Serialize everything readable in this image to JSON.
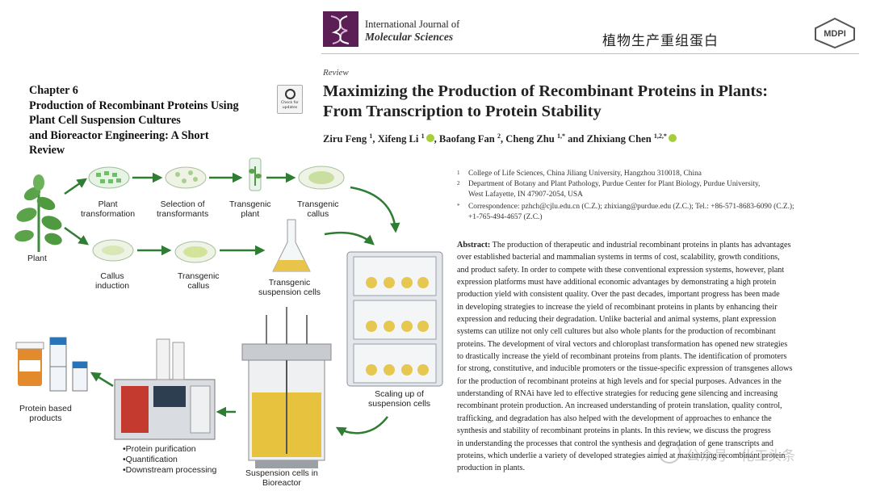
{
  "header": {
    "journal_line1": "International Journal of",
    "journal_line2": "Molecular Sciences",
    "chinese_title": "植物生产重组蛋白",
    "publisher": "MDPI"
  },
  "chapter": {
    "lines": [
      "Chapter 6",
      "Production of Recombinant Proteins Using",
      "Plant Cell Suspension Cultures",
      "and Bioreactor Engineering: A Short",
      "Review"
    ],
    "badge": "Check for updates"
  },
  "diagram": {
    "labels": {
      "plant": "Plant",
      "plant_transformation": [
        "Plant",
        "transformation"
      ],
      "selection": [
        "Selection of",
        "transformants"
      ],
      "transgenic_plant": [
        "Transgenic",
        "plant"
      ],
      "transgenic_callus_top": [
        "Transgenic",
        "callus"
      ],
      "callus_induction": [
        "Callus",
        "induction"
      ],
      "transgenic_callus_mid": [
        "Transgenic",
        "callus"
      ],
      "suspension_cells": [
        "Transgenic",
        "suspension cells"
      ],
      "scaling_up": [
        "Scaling up of",
        "suspension cells"
      ],
      "bioreactor": [
        "Suspension  cells in",
        "Bioreactor"
      ],
      "protein_products": [
        "Protein based",
        "products"
      ]
    },
    "steps": [
      "•Protein purification",
      "•Quantification",
      "•Downstream processing"
    ]
  },
  "article": {
    "type": "Review",
    "title_lines": [
      "Maximizing the Production of Recombinant Proteins in Plants:",
      "From Transcription to Protein Stability"
    ],
    "authors": [
      {
        "name": "Ziru Feng",
        "sup": "1",
        "orcid": false
      },
      {
        "name": "Xifeng Li",
        "sup": "1",
        "orcid": true
      },
      {
        "name": "Baofang Fan",
        "sup": "2",
        "orcid": false
      },
      {
        "name": "Cheng Zhu",
        "sup": "1,*",
        "orcid": false
      },
      {
        "name": "Zhixiang Chen",
        "sup": "1,2,*",
        "orcid": true
      }
    ],
    "affiliations": [
      {
        "num": "1",
        "lines": [
          "College of Life Sciences, China Jiliang University, Hangzhou 310018, China"
        ]
      },
      {
        "num": "2",
        "lines": [
          "Department of Botany and Plant Pathology, Purdue Center for Plant Biology, Purdue University,",
          "West Lafayette, IN 47907-2054, USA"
        ]
      },
      {
        "num": "*",
        "lines": [
          "Correspondence: pzhch@cjlu.edu.cn (C.Z.); zhixiang@purdue.edu (Z.C.); Tel.: +86-571-8683-6090 (C.Z.);",
          "+1-765-494-4657 (Z.C.)"
        ]
      }
    ],
    "abstract_label": "Abstract:",
    "abstract_lines": [
      " The production of therapeutic and industrial recombinant proteins in plants has advantages",
      "over established bacterial and mammalian systems in terms of cost, scalability, growth conditions,",
      "and product safety. In order to compete with these conventional expression systems, however, plant",
      "expression platforms must have additional economic advantages by demonstrating a high protein",
      "production yield with consistent quality. Over the past decades, important progress has been made",
      "in developing strategies to increase the yield of recombinant proteins in plants by enhancing their",
      "expression and reducing their degradation. Unlike bacterial and animal systems, plant expression",
      "systems can utilize not only cell cultures but also whole plants for the production of recombinant",
      "proteins. The development of viral vectors and chloroplast transformation has opened new strategies",
      "to drastically increase the yield of recombinant proteins from plants. The identification of promoters",
      "for strong, constitutive, and inducible promoters or the tissue-specific expression of transgenes allows",
      "for the production of recombinant proteins at high levels and for special purposes. Advances in the",
      "understanding of RNAi have led to effective strategies for reducing gene silencing and increasing",
      "recombinant protein production. An increased understanding of protein translation, quality control,",
      "trafficking, and degradation has also helped with the development of approaches to enhance the",
      "synthesis and stability of recombinant proteins in plants. In this review, we discuss the progress",
      "in understanding the processes that control the synthesis and degradation of gene transcripts and",
      "proteins, which underlie a variety of developed strategies aimed at maximizing recombinant protein",
      "production in plants."
    ]
  },
  "watermark": "公众号 · 化工头条"
}
